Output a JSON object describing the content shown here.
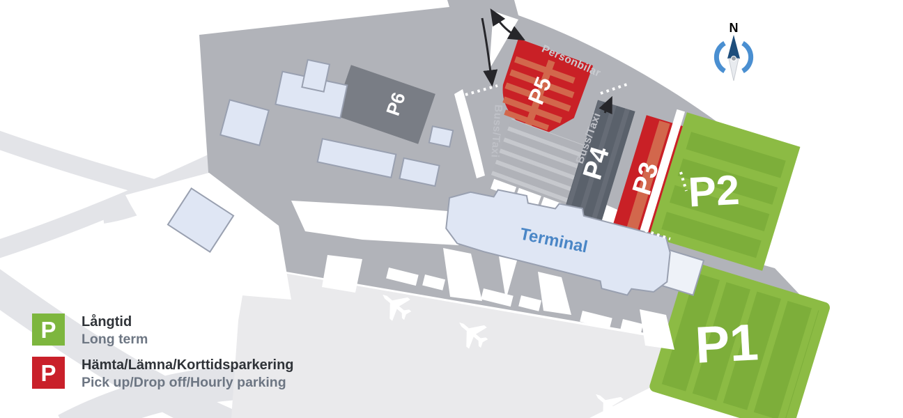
{
  "title": "Airport terminal and parking map",
  "colors": {
    "background": "#ffffff",
    "land": "#b1b3b9",
    "road_light": "#e3e4e8",
    "apron": "#eaeaec",
    "p6_fill": "#797d85",
    "p4_fill": "#5a616b",
    "p4_stripe": "#666c76",
    "red_fill": "#c92026",
    "red_stripe": "#d2674c",
    "green_fill": "#8cbb44",
    "green_stripe": "#7dae3a",
    "gray_rows": "#b0b2b8",
    "gray_rows_stripe": "#c6c8cd",
    "building_fill": "#dfe6f4",
    "building_stroke": "#99a0b0",
    "terminal_text": "#4a86c6",
    "road_label": "#c6c8cd",
    "arrow": "#26262a",
    "compass_ring": "#4a8fd1",
    "compass_needle": "#1e4e7c",
    "legend_green": "#7db63e",
    "legend_red": "#c9202a"
  },
  "map": {
    "areas": [
      {
        "label": "P1",
        "type": "long-term"
      },
      {
        "label": "P2",
        "type": "long-term"
      },
      {
        "label": "P3",
        "type": "pickup-dropoff-hourly"
      },
      {
        "label": "P4",
        "type": "buss-taxi"
      },
      {
        "label": "P5",
        "type": "pickup-dropoff-hourly"
      },
      {
        "label": "P6",
        "type": "staff"
      }
    ],
    "terminal_label": "Terminal",
    "road_labels": {
      "personbilar": "Personbilar",
      "buss_taxi_left": "Buss/Taxi",
      "buss_taxi_right": "Buss/Taxi"
    },
    "compass": {
      "north": "N"
    }
  },
  "legend": {
    "items": [
      {
        "symbol": "P",
        "color": "#7db63e",
        "title": "Långtid",
        "subtitle": "Long term"
      },
      {
        "symbol": "P",
        "color": "#c9202a",
        "title": "Hämta/Lämna/Korttidsparkering",
        "subtitle": "Pick up/Drop off/Hourly parking"
      }
    ]
  }
}
